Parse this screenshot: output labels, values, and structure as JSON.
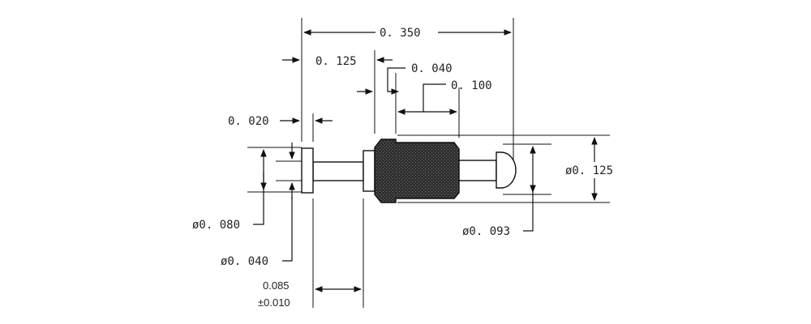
{
  "drawing": {
    "overall_length": "0. 350",
    "head_length": "0. 125",
    "knurl_offset": "0. 040",
    "tip_length": "0. 100",
    "flange_thickness": "0. 020",
    "diameter_knurl": "ø0. 125",
    "diameter_tip": "ø0. 093",
    "diameter_flange": "ø0. 080",
    "diameter_shaft": "ø0. 040",
    "tail_length_value": "0.085",
    "tail_length_tolerance": "±0.010",
    "colors": {
      "line": "#111111",
      "knurl": "#3a3a3a",
      "background": "#ffffff"
    }
  }
}
